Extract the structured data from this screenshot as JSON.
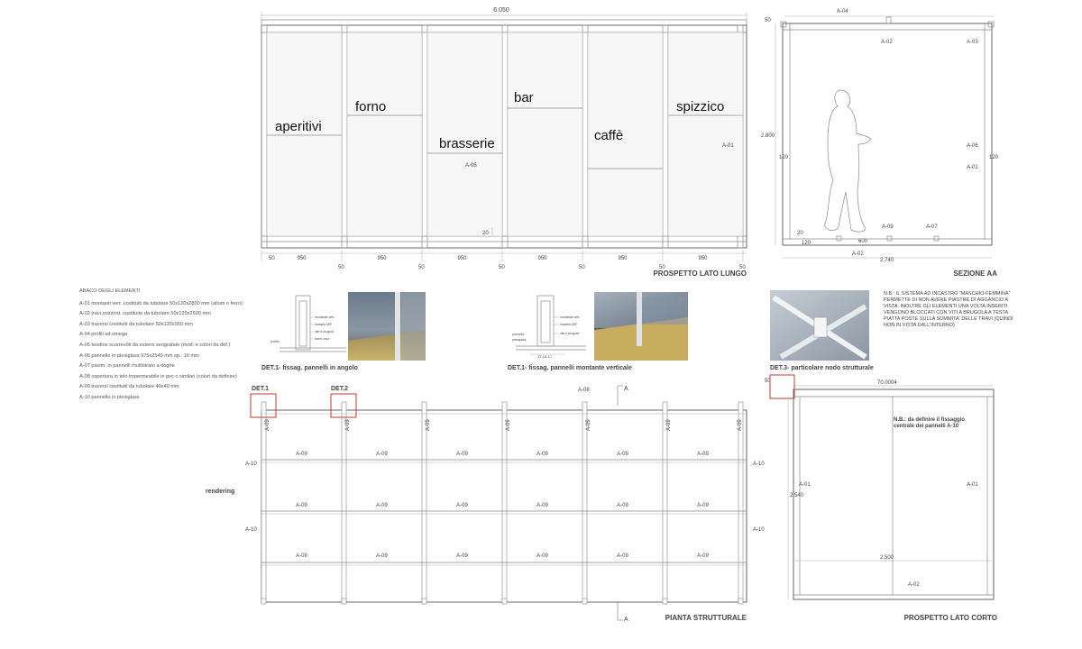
{
  "elevation": {
    "overall_dim": "6.050",
    "panel_labels": [
      "aperitivi",
      "forno",
      "brasserie",
      "bar",
      "caffè",
      "spizzico"
    ],
    "module_dims": [
      "950",
      "950",
      "950",
      "950",
      "950",
      "950"
    ],
    "post_dims": [
      "50",
      "50",
      "50",
      "50",
      "50",
      "50",
      "50"
    ],
    "code_a05": "A-05",
    "code_a01": "A-01",
    "dim_20": "20",
    "title": "PROSPETTO LATO LUNGO"
  },
  "section": {
    "title": "SEZIONE AA",
    "a04": "A-04",
    "a02_top": "A-02",
    "a03": "A-03",
    "a06": "A-06",
    "a01": "A-01",
    "a09": "A-09",
    "a07": "A-07",
    "a02_bottom": "A-02",
    "dim_height": "2.800",
    "dim_width": "2.740",
    "dim_50": "50",
    "dim_120_left": "120",
    "dim_120_right": "120",
    "dim_20": "20",
    "dim_120_bottom": "120",
    "dim_600": "600"
  },
  "abaco": {
    "title": "ABACO DEGLI ELEMENTI",
    "items": [
      "A-01 montanti vert. costituiti da tubolare 50x120x2800 mm (allum o ferro)",
      "A-02 travi orizzont. costituite da tubolare 50x120x2500 mm",
      "A-03 traversi costituiti da tubolare 50x120x950 mm",
      "A-04 profili ad omega",
      "A-05 tendine scorrevoli da esterni serigrafate (mod. e colori da def.)",
      "A-06 pannello in plexiglass 975x2540 mm sp.: 10 mm",
      "A-07 pavim. in pannelli multistrato a doghe",
      "A-08 copertura in telo impermeabile in pvc o similari (colori da definire)",
      "A-09 traversi costituiti da tubolare 40x40 mm",
      "A-10 pannello in plexiglass"
    ]
  },
  "details": {
    "det1_title": "DET.1- fissag. pannelli in angolo",
    "det2_title": "DET.1- fissag. pannelli montante verticale",
    "det3_title": "DET.3- particolare nodo strutturale",
    "note": [
      "N.B.: IL SISTEMA AD INCASTRO \"MASCHIO-FEMMINA\"",
      "PERMETTE DI NON AVERE PIASTRE DI AGGANCIO A",
      "VISTA. INOLTRE GLI ELEMENTI UNA VOLTA INSERITI",
      "VENGONO BLOCCATI CON VITI A BRUGOLA A TESTA",
      "PIATTA POSTE SULLA SOMMITA' DELLE TRAVI (QUINDI",
      "NON IN VISTA DALL'INTERNO)"
    ],
    "det2_dims": "17-16-17"
  },
  "plan": {
    "det1": "DET.1",
    "det2": "DET.2",
    "a08": "A-08",
    "section_mark": "A",
    "a09": "A-09",
    "a10": "A-10",
    "rendering": "rendering",
    "title": "PIANTA STRUTTURALE"
  },
  "short_elevation": {
    "dim_top": "70.0004",
    "dim_50": "50",
    "note": [
      "N.B.: da definire il fissaggio",
      "centrale dei pannelli A-10"
    ],
    "a01": "A-01",
    "dim_2540": "2.540",
    "dim_2500": "2.500",
    "a02": "A-02",
    "title": "PROSPETTO LATO CORTO"
  }
}
